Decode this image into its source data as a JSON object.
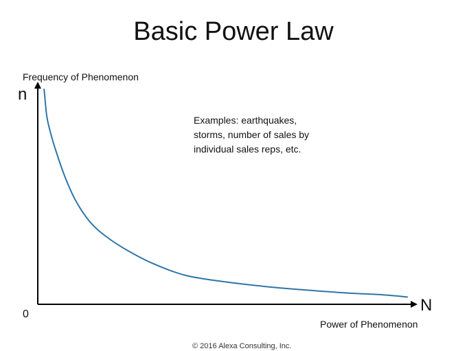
{
  "chart_data": {
    "type": "line",
    "title": "Basic Power Law",
    "ylabel": "Frequency of Phenomenon",
    "xlabel": "Power of Phenomenon",
    "y_axis_symbol": "n",
    "x_axis_symbol": "N",
    "origin_label": "0",
    "annotation_lines": [
      "Examples: earthquakes,",
      "storms, number of sales by",
      "individual sales reps, etc."
    ],
    "grid": false,
    "xlim": [
      0,
      100
    ],
    "ylim": [
      0,
      100
    ],
    "series": [
      {
        "color": "#2e75a6",
        "x": [
          1.7,
          2.4,
          3.3,
          5.0,
          7.4,
          10.2,
          14.1,
          18.5,
          24.1,
          30.7,
          39.8,
          50.9,
          61.9,
          72.0,
          82.4,
          92.6,
          99.1
        ],
        "y": [
          100,
          87.8,
          80.6,
          70.6,
          58.8,
          48.1,
          38.1,
          31.3,
          25.0,
          19.1,
          13.4,
          10.3,
          8.1,
          6.6,
          5.3,
          4.4,
          3.4
        ]
      }
    ],
    "axis_color": "#000000"
  },
  "footer": {
    "copyright": "© 2016 Alexa Consulting, Inc."
  }
}
